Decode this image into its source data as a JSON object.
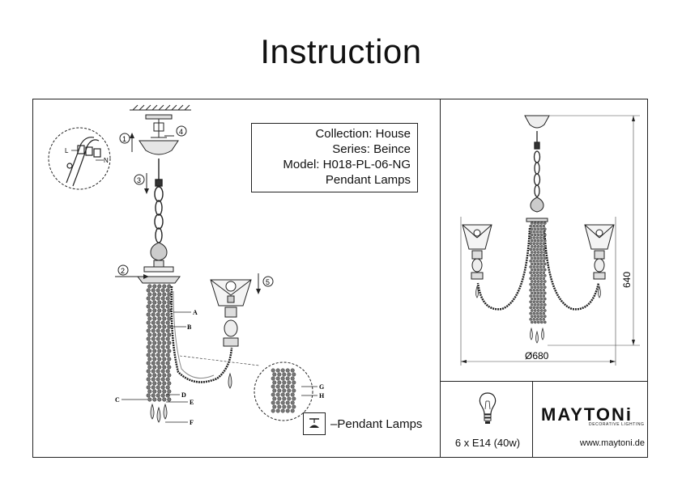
{
  "title": "Instruction",
  "info": {
    "collection": "Collection:  House",
    "series": "Series: Beince",
    "model": "Model: H018-PL-06-NG",
    "type": "Pendant Lamps"
  },
  "steps": [
    "1",
    "2",
    "3",
    "4",
    "5"
  ],
  "parts": [
    "A",
    "B",
    "C",
    "D",
    "E",
    "F",
    "G",
    "H"
  ],
  "wires": {
    "L": "L",
    "N": "N"
  },
  "lamp_type_label": "–Pendant Lamps",
  "dimensions": {
    "height": "640",
    "diameter": "Ø680"
  },
  "bulb": "6 x E14 (40w)",
  "brand": {
    "name": "MAYTONi",
    "tagline": "DECORATIVE LIGHTING",
    "url": "www.maytoni.de"
  }
}
